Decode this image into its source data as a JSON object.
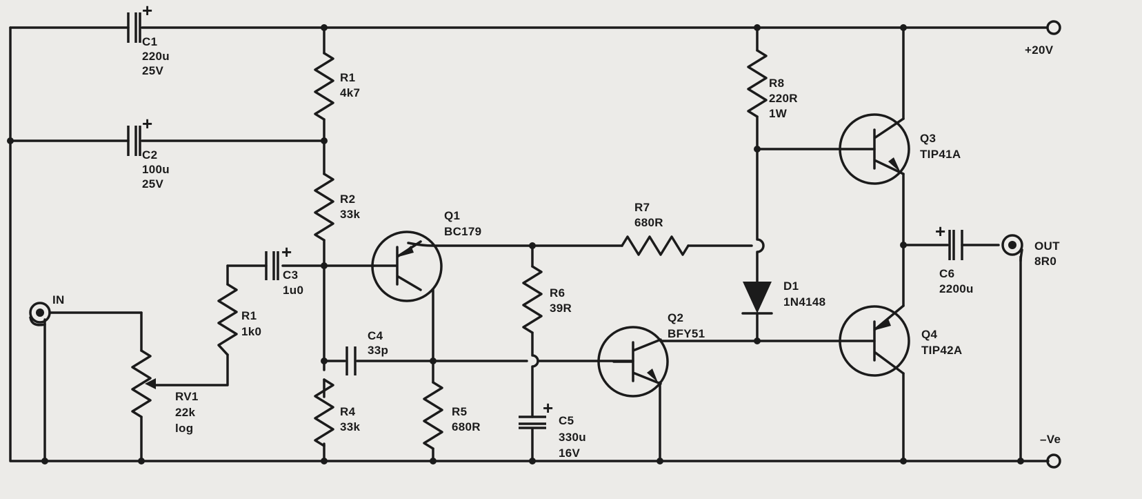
{
  "components": {
    "C1": {
      "ref": "C1",
      "value": "220u",
      "rating": "25V",
      "polarity": "+"
    },
    "C2": {
      "ref": "C2",
      "value": "100u",
      "rating": "25V",
      "polarity": "+"
    },
    "C3": {
      "ref": "C3",
      "value": "1u0",
      "polarity": "+"
    },
    "C4": {
      "ref": "C4",
      "value": "33p"
    },
    "C5": {
      "ref": "C5",
      "value": "330u",
      "rating": "16V",
      "polarity": "+"
    },
    "C6": {
      "ref": "C6",
      "value": "2200u",
      "polarity": "+"
    },
    "R1a": {
      "ref": "R1",
      "value": "4k7"
    },
    "R1b": {
      "ref": "R1",
      "value": "1k0"
    },
    "R2": {
      "ref": "R2",
      "value": "33k"
    },
    "R4": {
      "ref": "R4",
      "value": "33k"
    },
    "R5": {
      "ref": "R5",
      "value": "680R"
    },
    "R6": {
      "ref": "R6",
      "value": "39R"
    },
    "R7": {
      "ref": "R7",
      "value": "680R"
    },
    "R8": {
      "ref": "R8",
      "value": "220R",
      "rating": "1W"
    },
    "RV1": {
      "ref": "RV1",
      "value": "22k",
      "taper": "log"
    },
    "Q1": {
      "ref": "Q1",
      "part": "BC179"
    },
    "Q2": {
      "ref": "Q2",
      "part": "BFY51"
    },
    "Q3": {
      "ref": "Q3",
      "part": "TIP41A"
    },
    "Q4": {
      "ref": "Q4",
      "part": "TIP42A"
    },
    "D1": {
      "ref": "D1",
      "part": "1N4148"
    }
  },
  "terminals": {
    "input": "IN",
    "output": "OUT",
    "output_impedance": "8R0",
    "supply_positive": "+20V",
    "supply_negative": "–Ve"
  }
}
